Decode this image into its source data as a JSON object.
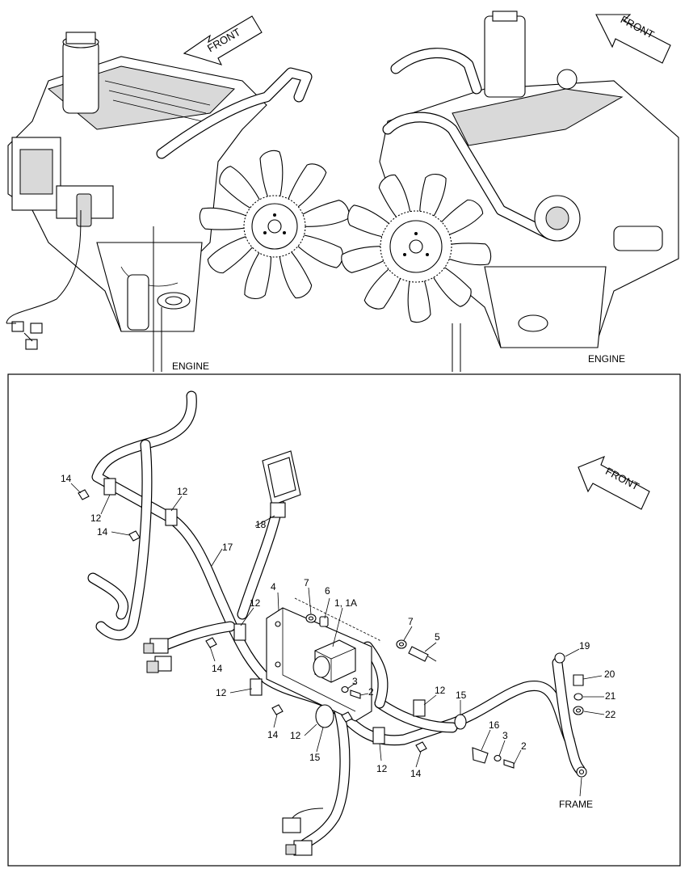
{
  "top_left": {
    "front_label": "FRONT",
    "engine_label": "ENGINE"
  },
  "top_right": {
    "front_label": "FRONT",
    "engine_label": "ENGINE"
  },
  "detail": {
    "front_label": "FRONT",
    "frame_label": "FRAME",
    "callouts": {
      "c1": "14",
      "c2": "12",
      "c3": "14",
      "c4": "12",
      "c5": "18",
      "c6": "17",
      "c7": "4",
      "c8": "7",
      "c9": "6",
      "c10": "1, 1A",
      "c11": "12",
      "c12": "7",
      "c13": "5",
      "c14": "14",
      "c15": "3",
      "c16": "2",
      "c17": "12",
      "c18": "12",
      "c19": "15",
      "c20": "14",
      "c21": "12",
      "c22": "15",
      "c23": "12",
      "c24": "16",
      "c25": "3",
      "c26": "2",
      "c27": "14",
      "c28": "19",
      "c29": "20",
      "c30": "21",
      "c31": "22"
    }
  }
}
